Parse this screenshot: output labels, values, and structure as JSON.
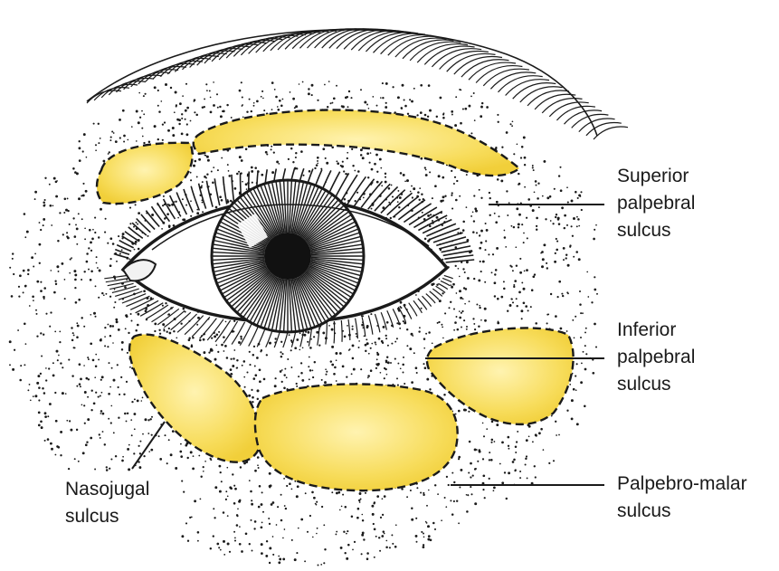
{
  "figure": {
    "colors": {
      "fat_fill": "#f7dc5a",
      "fat_fill_light": "#fbeb9a",
      "ink": "#1a1a1a",
      "background": "#ffffff"
    },
    "labels": {
      "superior": "Superior\npalpebral\nsulcus",
      "inferior": "Inferior\npalpebral\nsulcus",
      "palpebro_malar": "Palpebro-malar\nsulcus",
      "nasojugal": "Nasojugal\nsulcus"
    }
  }
}
